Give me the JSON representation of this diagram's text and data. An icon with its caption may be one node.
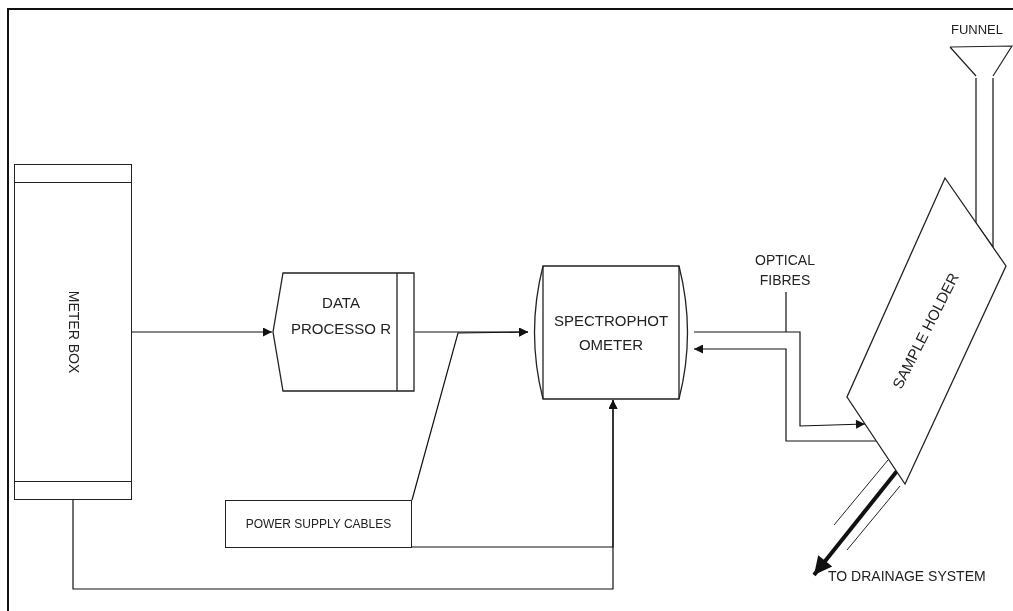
{
  "diagram": {
    "nodes": [
      {
        "text": [
          "METER BOX"
        ]
      },
      {
        "text": [
          "DATA PROCESSO R"
        ]
      },
      {
        "text": [
          "SPECTROPHOT OMETER"
        ]
      },
      {
        "text": [
          "POWER SUPPLY CABLES"
        ]
      },
      {
        "text": [
          "SAMPLE HOLDER"
        ]
      },
      {
        "text": [
          "FUNNEL"
        ]
      },
      {
        "text": [
          "OPTICAL FIBRES"
        ]
      },
      {
        "text": [
          "TO DRAINAGE SYSTEM"
        ]
      }
    ],
    "edges": [
      {
        "from": 0,
        "to": 1,
        "arrow": "to"
      },
      {
        "from": 1,
        "to": 2,
        "arrow": "to"
      },
      {
        "from": 3,
        "to": 2,
        "arrow": "to"
      },
      {
        "from": 3,
        "to": 2,
        "arrow": "to"
      },
      {
        "from": 0,
        "to": 2,
        "arrow": "to"
      },
      {
        "from": 2,
        "to": 4,
        "arrow": "to"
      },
      {
        "from": 4,
        "to": 2,
        "arrow": "to"
      },
      {
        "from": 5,
        "to": 4,
        "arrow": "none"
      },
      {
        "from": 4,
        "to": 7,
        "arrow": "to",
        "style": "thick"
      },
      {
        "from": 6,
        "to": null,
        "arrow": "none"
      }
    ]
  }
}
